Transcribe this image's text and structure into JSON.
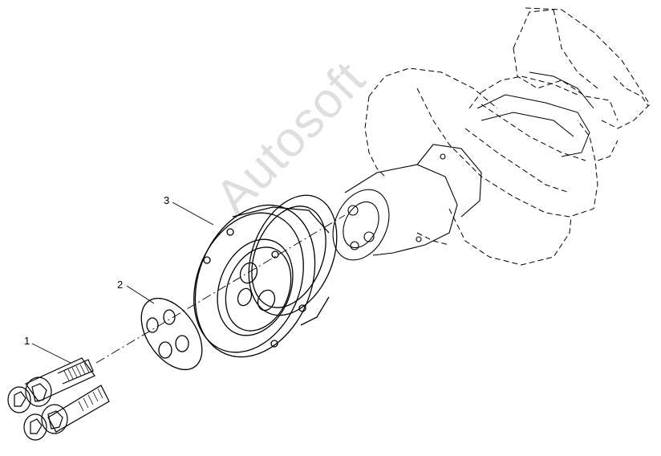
{
  "diagram": {
    "callouts": [
      {
        "id": "callout-1",
        "label": "1",
        "part": "bolt"
      },
      {
        "id": "callout-2",
        "label": "2",
        "part": "washer-plate"
      },
      {
        "id": "callout-3",
        "label": "3",
        "part": "hub-flange"
      }
    ],
    "watermark": "Autosoft",
    "colors": {
      "line": "#000000",
      "background": "#ffffff"
    }
  }
}
